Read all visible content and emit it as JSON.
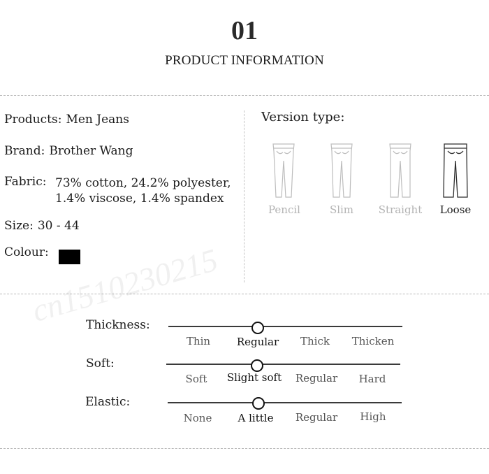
{
  "header": {
    "number": "01",
    "title": "PRODUCT INFORMATION"
  },
  "info": {
    "products_label": "Products:",
    "products_value": "Men Jeans",
    "brand_label": "Brand:",
    "brand_value": "Brother Wang",
    "fabric_label": "Fabric:",
    "fabric_line1": "73% cotton, 24.2% polyester,",
    "fabric_line2": "1.4% viscose, 1.4% spandex",
    "size_label": "Size:",
    "size_value": "30 - 44",
    "colour_label": "Colour:",
    "colour_swatch": "#000000"
  },
  "version": {
    "title": "Version type:",
    "options": [
      {
        "label": "Pencil",
        "selected": false
      },
      {
        "label": "Slim",
        "selected": false
      },
      {
        "label": "Straight",
        "selected": false
      },
      {
        "label": "Loose",
        "selected": true
      }
    ]
  },
  "ratings": [
    {
      "label": "Thickness:",
      "options": [
        "Thin",
        "Regular",
        "Thick",
        "Thicken"
      ],
      "selected": "Regular"
    },
    {
      "label": "Soft:",
      "options": [
        "Soft",
        "Slight soft",
        "Regular",
        "Hard"
      ],
      "selected": "Slight soft"
    },
    {
      "label": "Elastic:",
      "options": [
        "None",
        "A little",
        "Regular",
        "High"
      ],
      "selected": "A little"
    }
  ],
  "watermark": "cn1510230215",
  "colors": {
    "muted": "#b3b3b3",
    "text": "#1c1c1c",
    "divider": "#b8b8b8"
  }
}
